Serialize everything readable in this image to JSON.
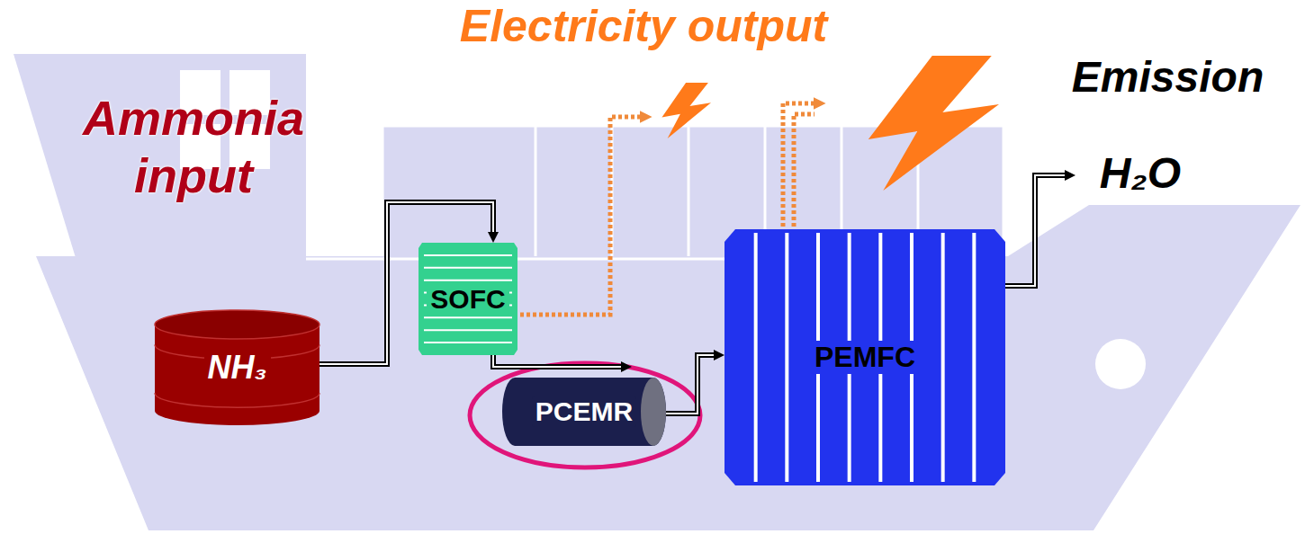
{
  "diagram": {
    "nodes": [
      {
        "text": [
          "NH₃"
        ]
      },
      {
        "text": [
          "SOFC"
        ]
      },
      {
        "text": [
          "PCEMR"
        ]
      },
      {
        "text": [
          "PEMFC"
        ]
      }
    ],
    "edges": [
      {
        "from": 0,
        "to": 1,
        "arrow": "to"
      },
      {
        "from": 1,
        "to": 2,
        "arrow": "to"
      },
      {
        "from": 2,
        "to": 3,
        "arrow": "to"
      }
    ],
    "labels": [
      "Electricity output",
      "Ammonia input",
      "Emission",
      "H₂O"
    ]
  }
}
